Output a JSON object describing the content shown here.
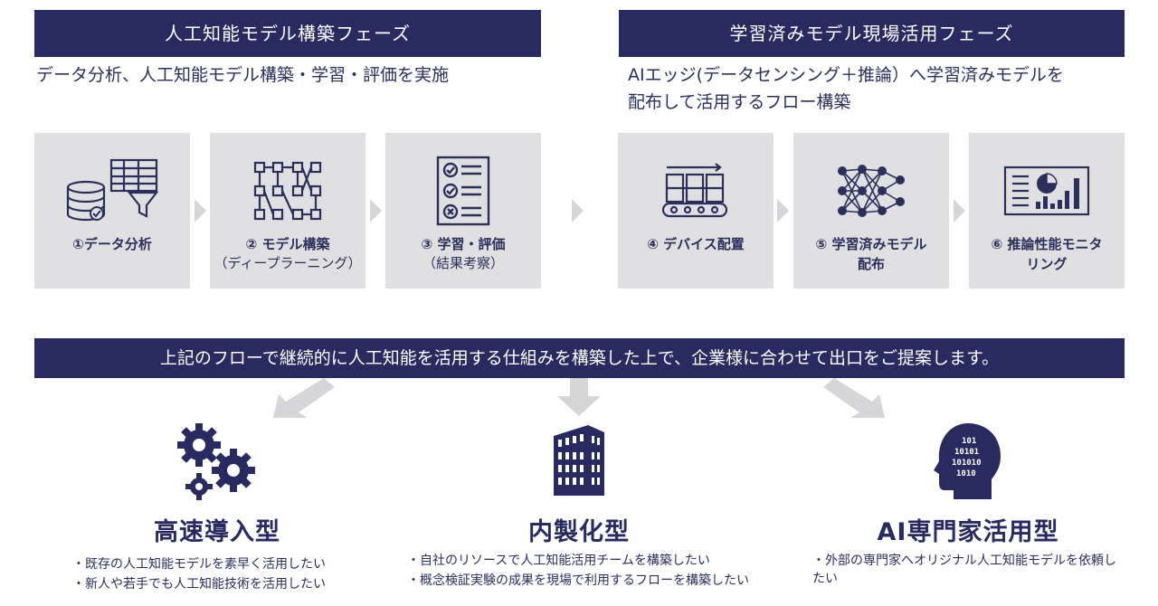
{
  "left_phase": {
    "header": "人工知能モデル構築フェーズ",
    "description": "データ分析、人工知能モデル構築・学習・評価を実施"
  },
  "right_phase": {
    "header": "学習済みモデル現場活用フェーズ",
    "description_line1": "AIエッジ(データセンシング＋推論）へ学習済みモデルを",
    "description_line2": "配布して活用するフロー構築"
  },
  "steps": [
    {
      "label": "①データ分析",
      "sub": "",
      "icon": "database-table-filter-icon"
    },
    {
      "label": "② モデル構築",
      "sub": "（ディープラーニング）",
      "icon": "network-grid-icon"
    },
    {
      "label": "③ 学習・評価",
      "sub": "（結果考察）",
      "icon": "checklist-icon"
    },
    {
      "label": "④ デバイス配置",
      "sub": "",
      "icon": "conveyor-device-icon"
    },
    {
      "label": "⑤ 学習済みモデル",
      "sub": "配布",
      "icon": "neural-network-icon"
    },
    {
      "label": "⑥ 推論性能モニタ",
      "sub": "リング",
      "icon": "monitor-dashboard-icon"
    }
  ],
  "banner": "上記のフローで継続的に人工知能を活用する仕組みを構築した上で、企業様に合わせて出口をご提案します。",
  "options": [
    {
      "title": "高速導入型",
      "icon": "gears-icon",
      "bullets": [
        "既存の人工知能モデルを素早く活用したい",
        "新人や若手でも人工知能技術を活用したい"
      ]
    },
    {
      "title": "内製化型",
      "icon": "building-icon",
      "bullets": [
        "自社のリソースで人工知能活用チームを構築したい",
        "概念検証実験の成果を現場で利用するフローを構築したい"
      ]
    },
    {
      "title": "AI専門家活用型",
      "icon": "ai-head-icon",
      "bullets": [
        "外部の専門家へオリジナル人工知能モデルを依頼したい"
      ],
      "binary": [
        "101",
        "10101",
        "101010",
        "1010"
      ]
    }
  ],
  "colors": {
    "navy": "#282a60",
    "step_bg": "#e0e0e2",
    "arrow": "#d6d6d8"
  }
}
